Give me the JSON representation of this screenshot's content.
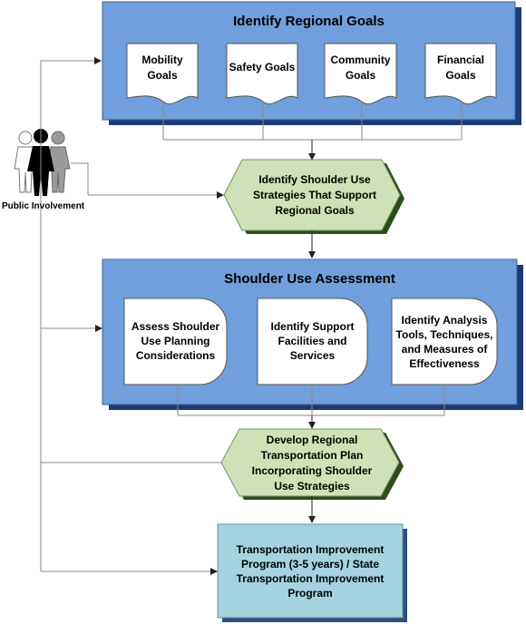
{
  "goals_panel": {
    "title": "Identify Regional Goals",
    "goals": [
      {
        "line1": "Mobility",
        "line2": "Goals"
      },
      {
        "line1": "Safety Goals",
        "line2": ""
      },
      {
        "line1": "Community",
        "line2": "Goals"
      },
      {
        "line1": "Financial",
        "line2": "Goals"
      }
    ]
  },
  "public_involvement": {
    "label": "Public Involvement"
  },
  "strategies_step": {
    "line1": "Identify Shoulder Use",
    "line2": "Strategies That Support",
    "line3": "Regional Goals"
  },
  "assessment_panel": {
    "title": "Shoulder Use Assessment",
    "cards": [
      {
        "line1": "Assess Shoulder",
        "line2": "Use Planning",
        "line3": "Considerations",
        "line4": ""
      },
      {
        "line1": "Identify Support",
        "line2": "Facilities and",
        "line3": "Services",
        "line4": ""
      },
      {
        "line1": "Identify Analysis",
        "line2": "Tools, Techniques,",
        "line3": "and Measures of",
        "line4": "Effectiveness"
      }
    ]
  },
  "plan_step": {
    "line1": "Develop Regional",
    "line2": "Transportation Plan",
    "line3": "Incorporating Shoulder",
    "line4": "Use Strategies"
  },
  "tip_box": {
    "line1": "Transportation Improvement",
    "line2": "Program (3-5 years) / State",
    "line3": "Transportation Improvement",
    "line4": "Program"
  },
  "colors": {
    "panel_blue": "#6f9fdc",
    "panel_shadow": "#1f3a73",
    "hex_green": "#cfe1b6",
    "hex_shadow": "#2d4b1c",
    "tip_cyan": "#a4d3df",
    "tip_shadow": "#2c4f7c",
    "line_gray": "#8a8a8a"
  }
}
